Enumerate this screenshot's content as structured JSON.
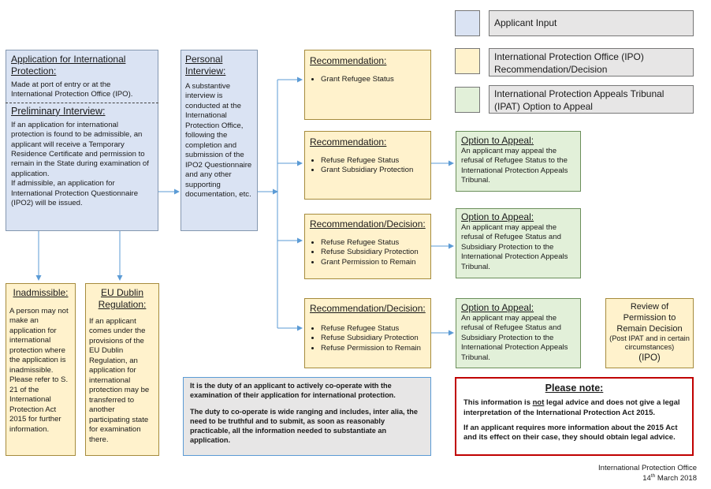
{
  "legend": [
    {
      "label": "Applicant Input",
      "color": "#dae3f3"
    },
    {
      "label": "International Protection Office (IPO) Recommendation/Decision",
      "color": "#fff2cc"
    },
    {
      "label": "International Protection Appeals Tribunal (IPAT) Option to Appeal",
      "color": "#e2f0d9"
    }
  ],
  "application": {
    "title": "Application for International Protection:",
    "text": "Made at port of entry or at the International Protection Office (IPO).",
    "prelim_title": "Preliminary Interview:",
    "prelim_text1": "If an application for international protection is found to be admissible, an applicant will receive a Temporary Residence Certificate and permission to remain in the State during examination of application.",
    "prelim_text2": "If admissible, an application for International Protection Questionnaire (IPO2) will be issued."
  },
  "personal": {
    "title": "Personal Interview:",
    "text": "A substantive interview is conducted at the International Protection Office, following the completion and submission of the IPO2 Questionnaire and any other supporting documentation, etc."
  },
  "inadmissible": {
    "title": "Inadmissible:",
    "text": "A person may not make an application for international protection where the application is inadmissible. Please refer to S. 21 of the International Protection Act 2015 for further information."
  },
  "dublin": {
    "title": "EU Dublin Regulation:",
    "text": "If an applicant comes under the provisions of the EU Dublin Regulation, an application for international protection may be transferred to another participating state for examination there."
  },
  "recommendations": [
    {
      "title": "Recommendation:",
      "items": [
        "Grant Refugee Status"
      ]
    },
    {
      "title": "Recommendation:",
      "items": [
        "Refuse Refugee Status",
        "Grant Subsidiary Protection"
      ]
    },
    {
      "title": "Recommendation/Decision:",
      "items": [
        "Refuse Refugee Status",
        "Refuse Subsidiary Protection",
        "Grant Permission to Remain"
      ]
    },
    {
      "title": "Recommendation/Decision:",
      "items": [
        "Refuse Refugee Status",
        "Refuse Subsidiary Protection",
        "Refuse Permission to Remain"
      ]
    }
  ],
  "appeals": [
    {
      "title": "Option to Appeal:",
      "text": "An applicant may appeal the refusal of Refugee Status to the International Protection Appeals Tribunal."
    },
    {
      "title": "Option to Appeal:",
      "text": "An applicant may appeal the refusal of Refugee Status and Subsidiary Protection to the International Protection Appeals Tribunal."
    },
    {
      "title": "Option to Appeal:",
      "text": "An applicant may appeal the refusal of Refugee Status and Subsidiary Protection to the International Protection Appeals Tribunal."
    }
  ],
  "review": {
    "title": "Review of Permission to Remain Decision",
    "sub": "(Post IPAT and in certain circumstances)",
    "ipo": "(IPO)"
  },
  "duty": {
    "p1": "It is the duty of an applicant to actively co-operate with the examination of their application for international protection.",
    "p2": "The duty to co-operate is wide ranging and includes, inter alia, the need to be truthful and to submit, as soon as reasonably practicable, all the information needed to substantiate an application."
  },
  "note": {
    "title": "Please note:",
    "p1_pre": "This information is ",
    "p1_not": "not",
    "p1_post": " legal advice and does not give a legal interpretation of the International Protection Act 2015.",
    "p2": "If an applicant requires more information about the 2015 Act and its effect on their case, they should obtain legal advice."
  },
  "footer": {
    "office": "International Protection Office",
    "day": "14",
    "suffix": "th",
    "month_year": " March 2018"
  }
}
